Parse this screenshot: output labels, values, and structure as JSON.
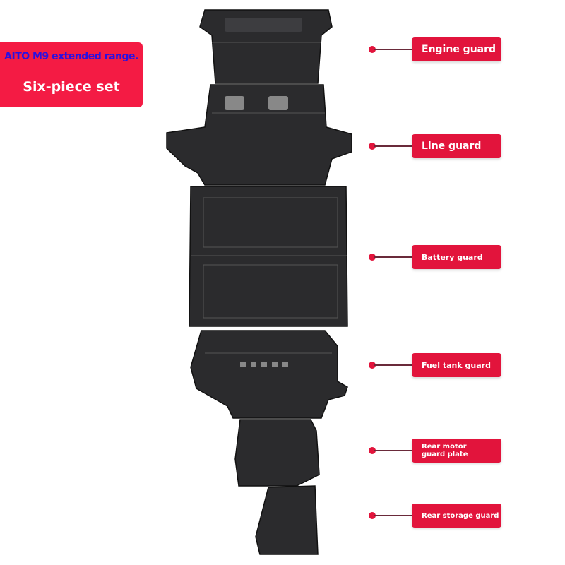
{
  "title": {
    "subtitle": "AITO M9 extended range.",
    "main": "Six-piece set"
  },
  "parts": [
    {
      "label": "Engine guard"
    },
    {
      "label": "Line guard"
    },
    {
      "label": "Battery guard"
    },
    {
      "label": "Fuel tank guard"
    },
    {
      "label": "Rear motor guard plate"
    },
    {
      "label": "Rear storage guard"
    }
  ],
  "colors": {
    "accent": "#e2143c",
    "plate": "#2b2b2d",
    "subtitle": "#2a10e0"
  }
}
